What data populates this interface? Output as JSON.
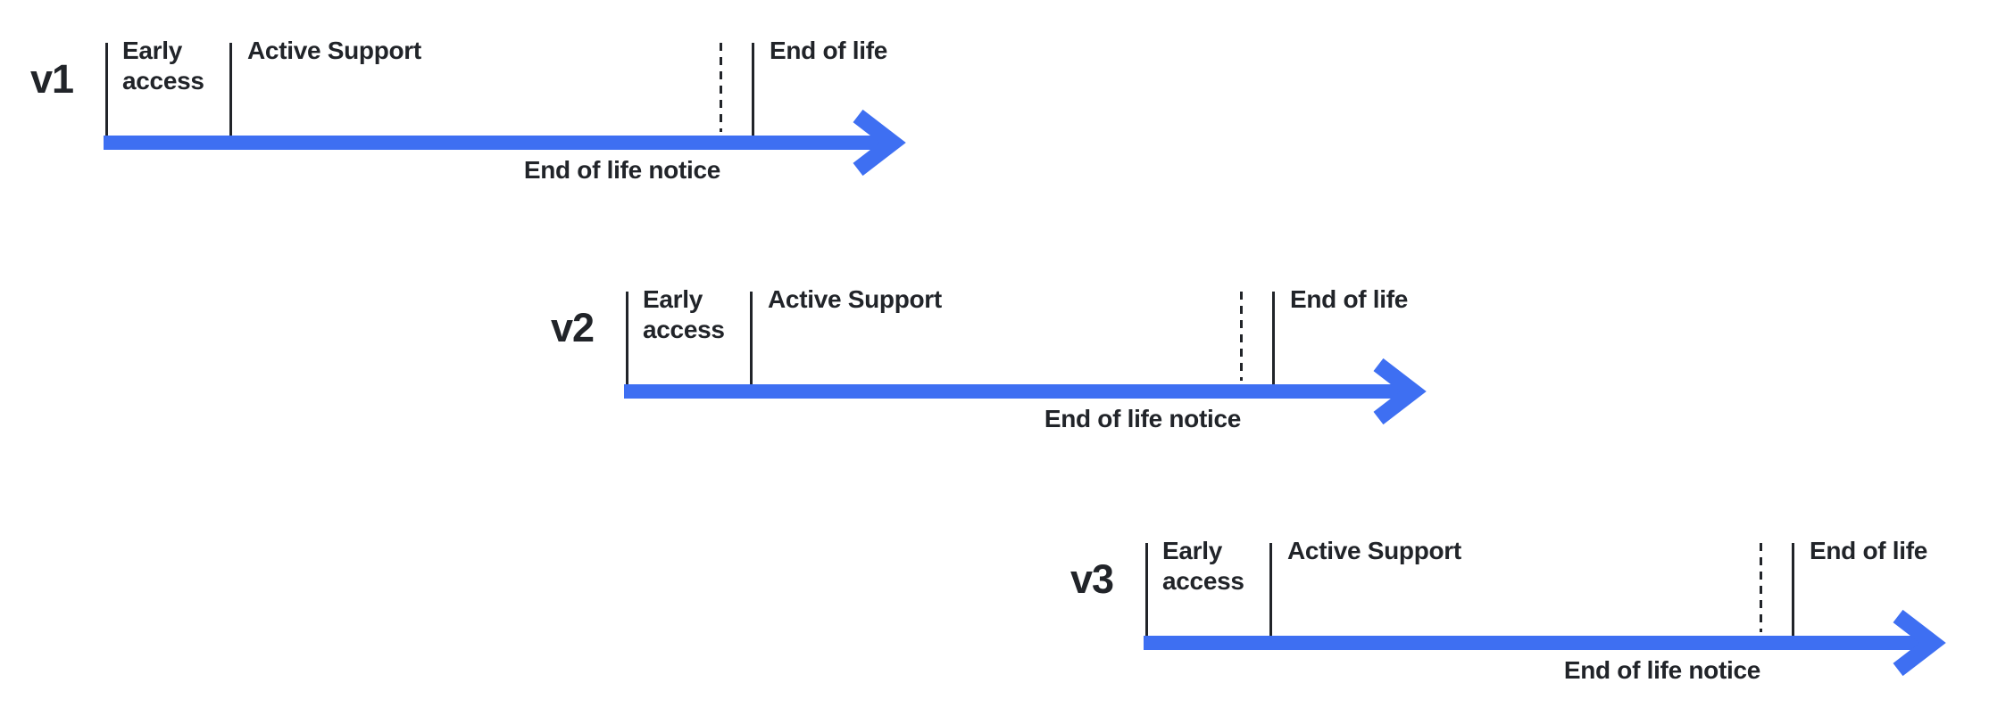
{
  "diagram": {
    "background_color": "#ffffff",
    "accent_color": "#3E6FF2",
    "text_color": "#212429",
    "timelines": [
      {
        "version": "v1",
        "early_access_label": "Early access",
        "active_support_label": "Active Support",
        "end_of_life_label": "End of life",
        "eol_notice_label": "End of life notice"
      },
      {
        "version": "v2",
        "early_access_label": "Early access",
        "active_support_label": "Active Support",
        "end_of_life_label": "End of life",
        "eol_notice_label": "End of life notice"
      },
      {
        "version": "v3",
        "early_access_label": "Early access",
        "active_support_label": "Active Support",
        "end_of_life_label": "End of life",
        "eol_notice_label": "End of life notice"
      }
    ]
  }
}
